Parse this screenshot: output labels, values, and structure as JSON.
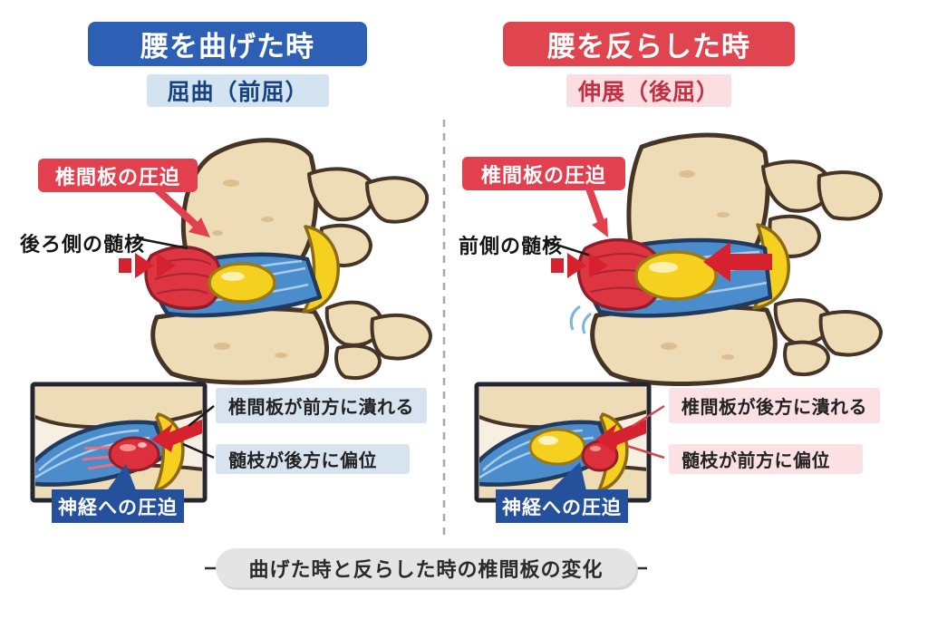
{
  "left": {
    "title": "腰を曲げた時",
    "subtitle": "屈曲（前屈）",
    "disc_label": "椎間板の圧迫",
    "nucleus_label": "後ろ側の髄核",
    "note1": "椎間板が前方に潰れる",
    "note2": "髄枝が後方に偏位",
    "bubble": "神経への圧迫"
  },
  "right": {
    "title": "腰を反らした時",
    "subtitle": "伸展（後屈）",
    "disc_label": "椎間板の圧迫",
    "nucleus_label": "前側の髄核",
    "note1": "椎間板が後方に潰れる",
    "note2": "髄枝が前方に偏位",
    "bubble": "神経への圧迫"
  },
  "footer": {
    "caption": "曲げた時と反らした時の椎間板の変化"
  },
  "colors": {
    "blue_header": "#2d5fb4",
    "red_header": "#e0444f",
    "light_blue_bg": "#d4e3f0",
    "blue_text": "#17427e",
    "pink_bg": "#fadee1",
    "red_text": "#c13043",
    "red_label": "#e2404e",
    "inset_blue_bg": "#d7e4f0",
    "inset_pink_bg": "#fbe1e4",
    "bubble_blue": "#24509c",
    "bone": "#eedcb7",
    "disc_blue": "#4a8ccc",
    "nucleus_yellow": "#f5d01f",
    "disc_red": "#dd3642",
    "caption_bg": "#e4e4e4",
    "arrow_red": "#d6212f"
  }
}
